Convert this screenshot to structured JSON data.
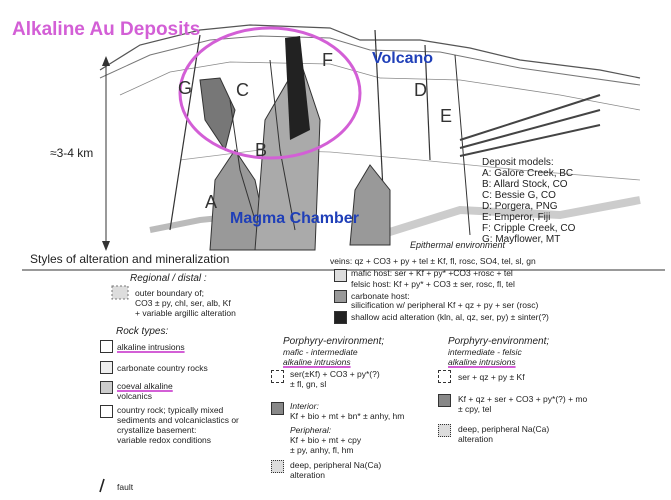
{
  "title": "Alkaline Au Deposits",
  "overlay_labels": {
    "volcano": "Volcano",
    "magma": "Magma Chamber"
  },
  "depth": "≈3-4 km",
  "letters": [
    "G",
    "C",
    "F",
    "D",
    "E",
    "B",
    "A"
  ],
  "deposit_models": {
    "heading": "Deposit models:",
    "items": [
      "A: Galore Creek, BC",
      "B: Allard Stock, CO",
      "C: Bessie G, CO",
      "D: Porgera, PNG",
      "E: Emperor, Fiji",
      "F: Cripple Creek, CO",
      "G: Mayflower, MT"
    ]
  },
  "epithermal": {
    "heading": "Epithermal environment",
    "veins": "veins: qz + CO3 + py + tel ± Kf, fl, rosc, SO4, tel, sl, gn",
    "mafic": "mafic host: ser + Kf + py* +CO3 +rosc + tel",
    "felsic": "felsic host: Kf + py* + CO3 ± ser, rosc, fl, tel",
    "carbonate_title": "carbonate host:",
    "carbonate_desc": "silicification w/ peripheral Kf + qz + py + ser (rosc)",
    "shallow": "shallow acid alteration (kln, al, qz, ser, py) ± sinter(?)"
  },
  "styles": {
    "heading": "Styles of alteration and mineralization",
    "regional": "Regional / distal :",
    "outer": [
      "outer boundary of;",
      "CO3 ± py, chl, ser, alb, Kf",
      "+ variable argillic alteration"
    ]
  },
  "rock_types": {
    "heading": "Rock types:",
    "alkaline": "alkaline intrusions",
    "carbonate": "carbonate country rocks",
    "coeval": [
      "coeval alkaline",
      "volcanics"
    ],
    "country": [
      "country rock; typically mixed",
      "sediments and volcaniclastics or",
      "crystallize basement:",
      "variable redox conditions"
    ],
    "fault": "fault"
  },
  "porphyry_mafic": {
    "heading": "Porphyry-environment;",
    "sub1": "mafic - intermediate",
    "sub2": "alkaline intrusions",
    "a1": "ser(±Kf) + CO3 + py*(?)",
    "a2": "± fl, gn, sl",
    "interior_title": "Interior:",
    "interior": [
      "Kf + bio + mt + bn* ± anhy, hm"
    ],
    "peripheral_title": "Peripheral:",
    "peripheral": [
      "Kf + bio + mt + cpy",
      "± py, anhy, fl, hm"
    ],
    "deep": [
      "deep, peripheral Na(Ca)",
      "alteration"
    ]
  },
  "porphyry_felsic": {
    "heading": "Porphyry-environment;",
    "sub1": "intermediate - felsic",
    "sub2": "alkaline intrusions",
    "a1": "ser + qz + py ± Kf",
    "a2": [
      "Kf + qz + ser + CO3 + py*(?) + mo",
      "± cpy, tel"
    ],
    "deep": [
      "deep, peripheral Na(Ca)",
      "alteration"
    ]
  },
  "colors": {
    "accent": "#d35fd6",
    "overlay": "#1f3fb8"
  }
}
